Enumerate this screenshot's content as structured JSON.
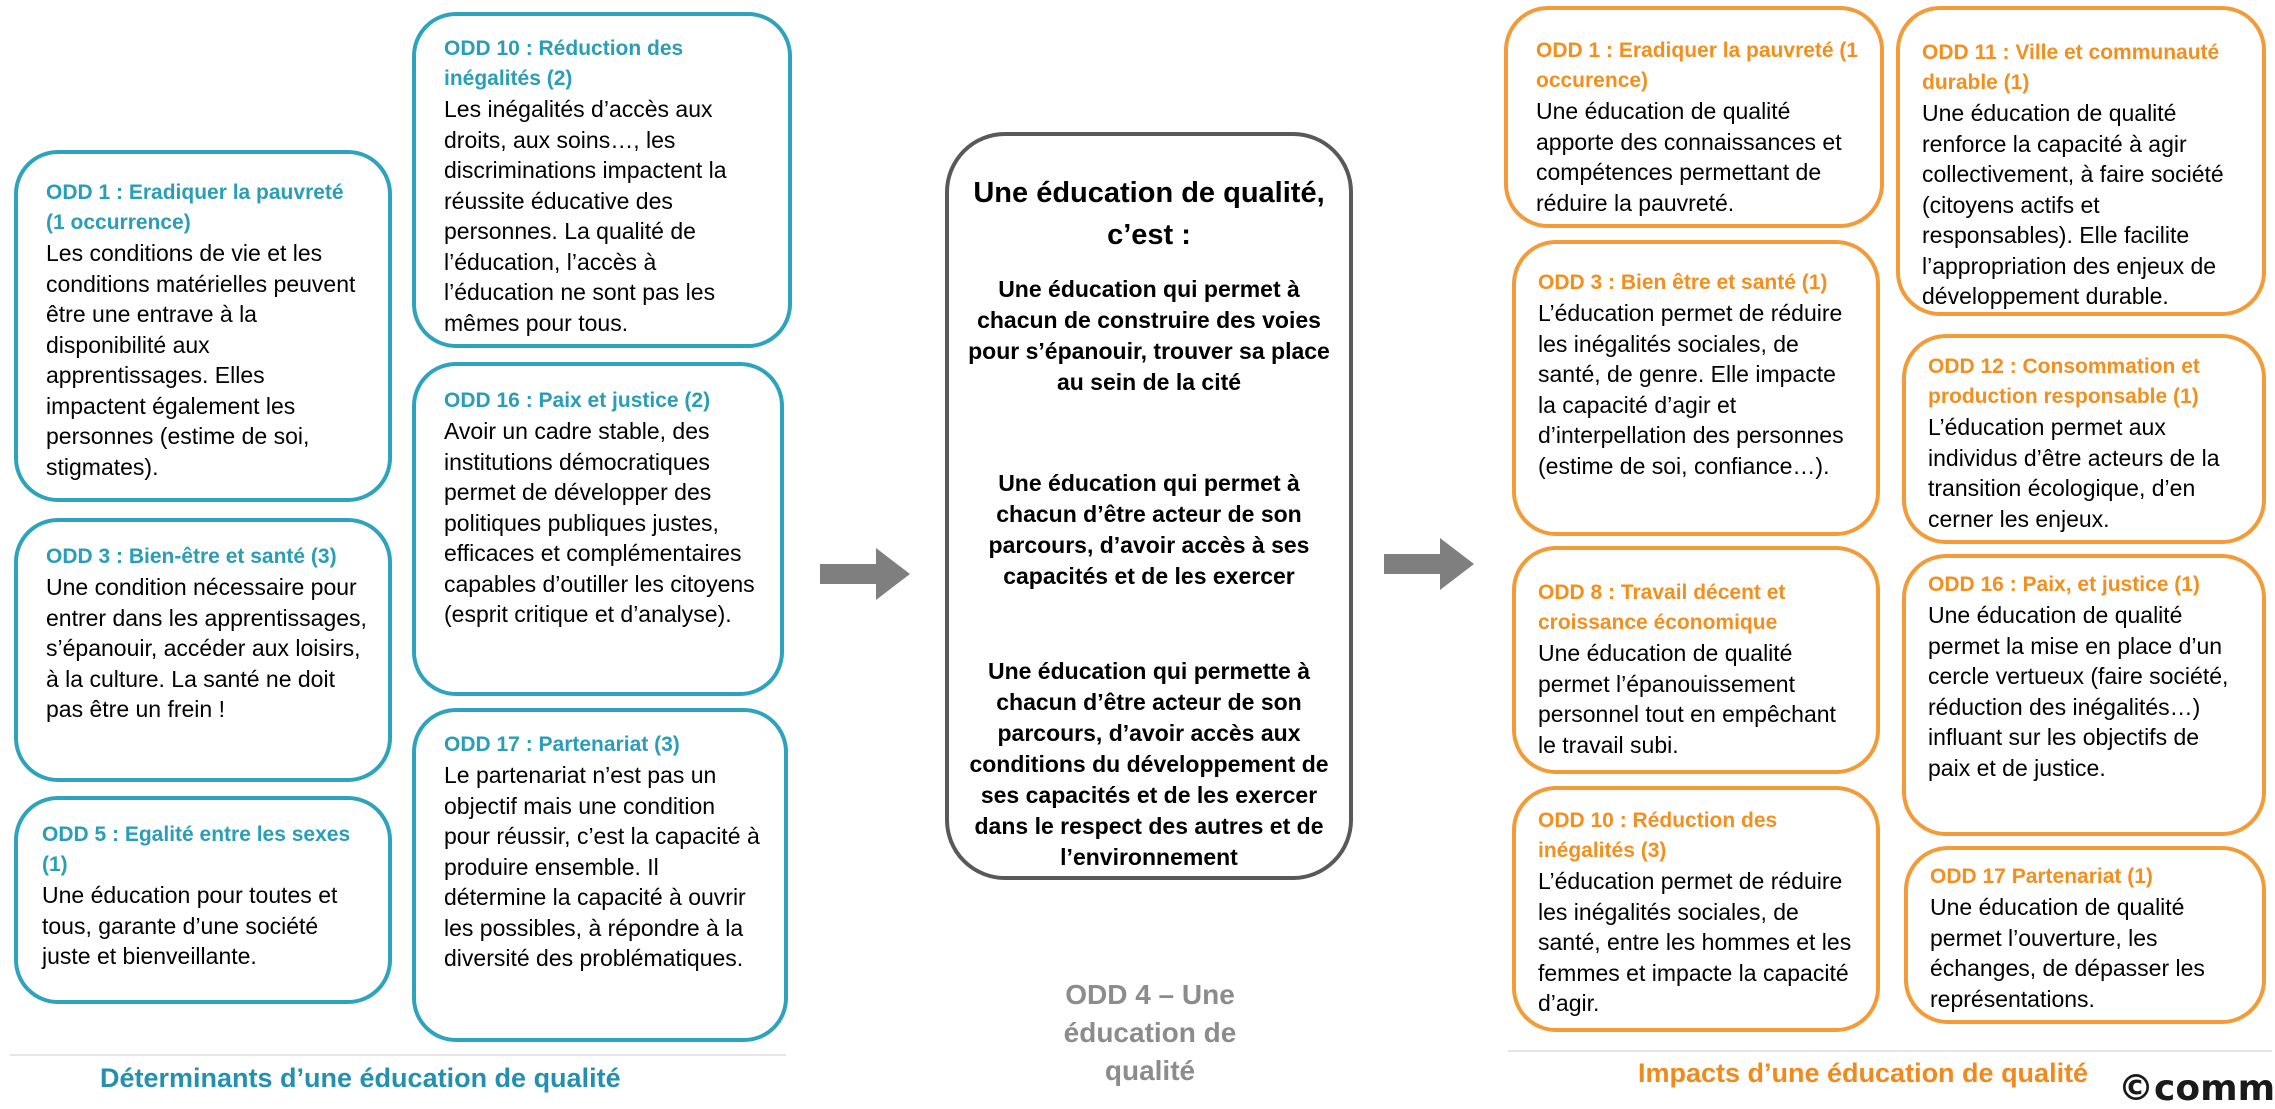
{
  "left": {
    "boxes": [
      {
        "title": "ODD 1 : Eradiquer la pauvreté (1 occurrence)",
        "text": "Les conditions de vie et les conditions matérielles peuvent être une entrave à la disponibilité aux apprentissages. Elles impactent également les personnes (estime de soi, stigmates)."
      },
      {
        "title": "ODD 3 : Bien-être et santé (3)",
        "text": "Une condition nécessaire pour entrer dans les apprentissages, s’épanouir, accéder aux loisirs, à la culture. La santé ne doit pas être un frein !"
      },
      {
        "title": "ODD 5 : Egalité entre les sexes (1)",
        "text": "Une éducation pour toutes et tous, garante d’une société juste et bienveillante."
      },
      {
        "title": "ODD 10 : Réduction des inégalités (2)",
        "text": "Les inégalités d’accès aux droits, aux soins…, les discriminations impactent la réussite éducative des personnes. La qualité de l’éducation, l’accès à l’éducation ne sont pas les mêmes pour tous."
      },
      {
        "title": "ODD 16 : Paix et justice (2)",
        "text": "Avoir un cadre stable, des institutions démocratiques permet de développer des politiques publiques justes, efficaces et complémentaires capables d’outiller les citoyens (esprit critique et d’analyse)."
      },
      {
        "title": "ODD 17 : Partenariat (3)",
        "text": "Le partenariat n’est pas un objectif mais une condition pour réussir, c’est la capacité à produire ensemble. Il détermine la capacité à ouvrir les possibles, à répondre à la diversité des problématiques."
      }
    ],
    "footer": "Déterminants d’une éducation de qualité"
  },
  "center": {
    "heading": "Une éducation de qualité, c’est :",
    "paragraphs": [
      "Une éducation qui permet à chacun de construire des voies pour s’épanouir, trouver sa place au sein de la cité",
      "Une éducation qui permet à chacun d’être acteur de son parcours, d’avoir accès à ses capacités et de les exercer",
      "Une éducation qui permette à chacun d’être acteur de son parcours, d’avoir accès aux conditions du développement de ses capacités et de les exercer dans le respect des autres et de l’environnement"
    ],
    "odd4": "ODD 4 – Une éducation de qualité"
  },
  "right": {
    "boxes": [
      {
        "title": "ODD 1 : Eradiquer la pauvreté (1 occurence)",
        "text": "Une éducation de qualité apporte des connaissances et compétences permettant de réduire la pauvreté."
      },
      {
        "title": "ODD 3 : Bien être et santé (1)",
        "text": "L’éducation permet de réduire les inégalités sociales, de santé, de genre. Elle impacte la capacité d’agir et d’interpellation des personnes (estime de soi, confiance…)."
      },
      {
        "title": "ODD 8 : Travail décent et croissance économique",
        "text": "Une éducation de qualité permet l’épanouissement personnel tout en empêchant le travail subi."
      },
      {
        "title": "ODD 10 : Réduction des inégalités (3)",
        "text": "L’éducation permet de réduire les inégalités sociales, de santé, entre les hommes et les femmes et impacte la capacité d’agir."
      },
      {
        "title": "ODD 11 : Ville et communauté durable (1)",
        "text": "Une éducation de qualité renforce la capacité à agir collectivement, à faire société (citoyens actifs et responsables). Elle facilite l’appropriation des enjeux de développement durable."
      },
      {
        "title": "ODD 12 : Consommation et production responsable (1)",
        "text": "L’éducation permet aux individus d’être acteurs de la transition écologique, d’en cerner les enjeux."
      },
      {
        "title": "ODD 16 : Paix, et justice (1)",
        "text": "Une éducation de qualité permet la mise en place d’un cercle vertueux (faire société, réduction des inégalités…) influant sur les objectifs de paix et de justice."
      },
      {
        "title": "ODD 17 Partenariat (1)",
        "text": "Une éducation de qualité permet l’ouverture, les échanges, de dépasser les représentations."
      }
    ],
    "footer": "Impacts d’une éducation de qualité"
  },
  "logo": "©comm",
  "colors": {
    "determinants": "#2ea3bd",
    "impacts": "#f29b38",
    "center_border": "#595959",
    "arrow": "#7f7f7f"
  }
}
